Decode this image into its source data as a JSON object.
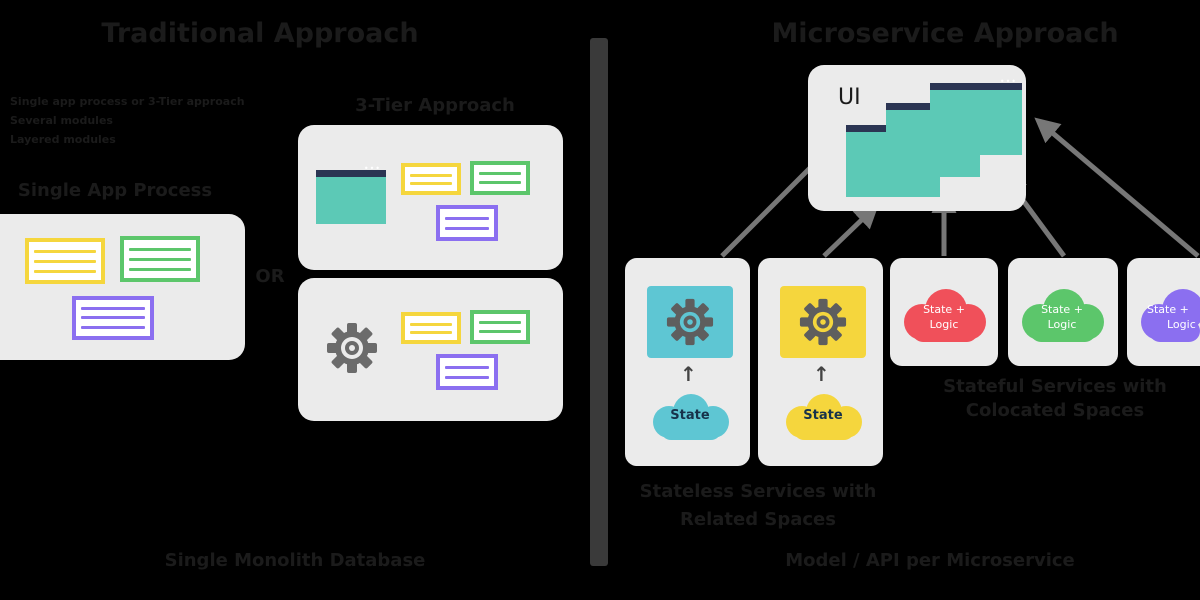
{
  "traditional": {
    "title": "Traditional Approach",
    "notes": [
      "Single app process or 3-Tier approach",
      "Several modules",
      "Layered modules"
    ],
    "single_app_label": "Single App Process",
    "or_label": "OR",
    "three_tier_label": "3-Tier Approach",
    "database_label": "Single Monolith Database"
  },
  "microservice": {
    "title": "Microservice Approach",
    "ui_label": "UI",
    "stateless_label": [
      "Stateless Services with",
      "Related Spaces"
    ],
    "stateful_label": [
      "Stateful Services with",
      "Colocated Spaces"
    ],
    "bottom_label": "Model / API per Microservice",
    "stateless_services": [
      {
        "state_label": "State",
        "color": "#5ec6d3"
      },
      {
        "state_label": "State",
        "color": "#f5d63d"
      }
    ],
    "stateful_services": [
      {
        "label_line1": "State +",
        "label_line2": "Logic",
        "color": "#f0505a"
      },
      {
        "label_line1": "State +",
        "label_line2": "Logic",
        "color": "#5cc66b"
      },
      {
        "label_line1": "State +",
        "label_line2": "Logic",
        "color": "#8b6ff0"
      }
    ]
  },
  "colors": {
    "yellow_module": "#f5d63d",
    "green_module": "#5cc66b",
    "purple_module": "#8b6ff0",
    "teal_window": "#5cc9b6",
    "divider": "#3a3a3a",
    "arrow": "#777777"
  },
  "icons": [
    "gear-icon",
    "cloud-icon",
    "arrow-up-icon",
    "window-icon"
  ]
}
